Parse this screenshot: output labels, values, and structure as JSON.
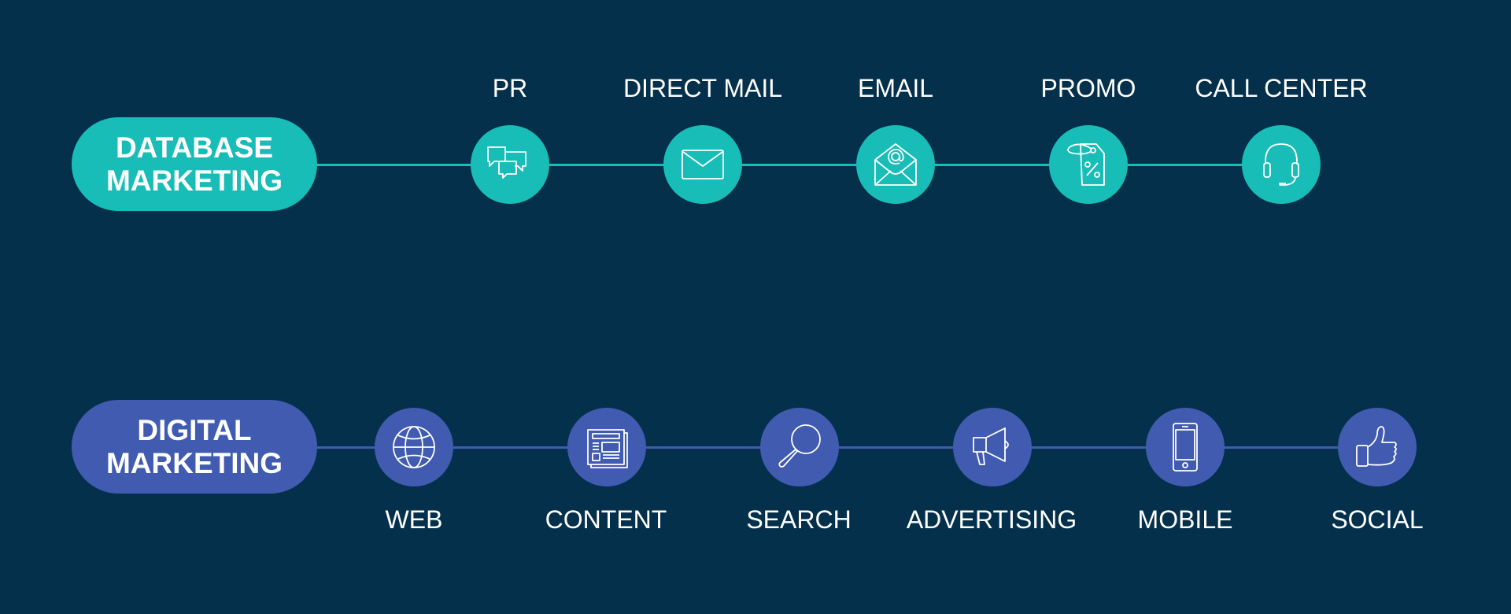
{
  "colors": {
    "background": "#05304b",
    "database_accent": "#19bdb7",
    "digital_accent": "#405bb0",
    "icon_stroke": "#ffffff",
    "text": "#ffffff"
  },
  "database_marketing": {
    "title_line1": "DATABASE",
    "title_line2": "MARKETING",
    "channels": [
      {
        "label": "PR",
        "icon": "speech-bubbles-icon"
      },
      {
        "label": "DIRECT MAIL",
        "icon": "envelope-icon"
      },
      {
        "label": "EMAIL",
        "icon": "open-envelope-at-icon"
      },
      {
        "label": "PROMO",
        "icon": "discount-tag-icon"
      },
      {
        "label": "CALL CENTER",
        "icon": "headset-icon"
      }
    ]
  },
  "digital_marketing": {
    "title_line1": "DIGITAL",
    "title_line2": "MARKETING",
    "channels": [
      {
        "label": "WEB",
        "icon": "globe-icon"
      },
      {
        "label": "CONTENT",
        "icon": "newspaper-icon"
      },
      {
        "label": "SEARCH",
        "icon": "magnifier-icon"
      },
      {
        "label": "ADVERTISING",
        "icon": "megaphone-icon"
      },
      {
        "label": "MOBILE",
        "icon": "smartphone-icon"
      },
      {
        "label": "SOCIAL",
        "icon": "thumbs-up-icon"
      }
    ]
  }
}
